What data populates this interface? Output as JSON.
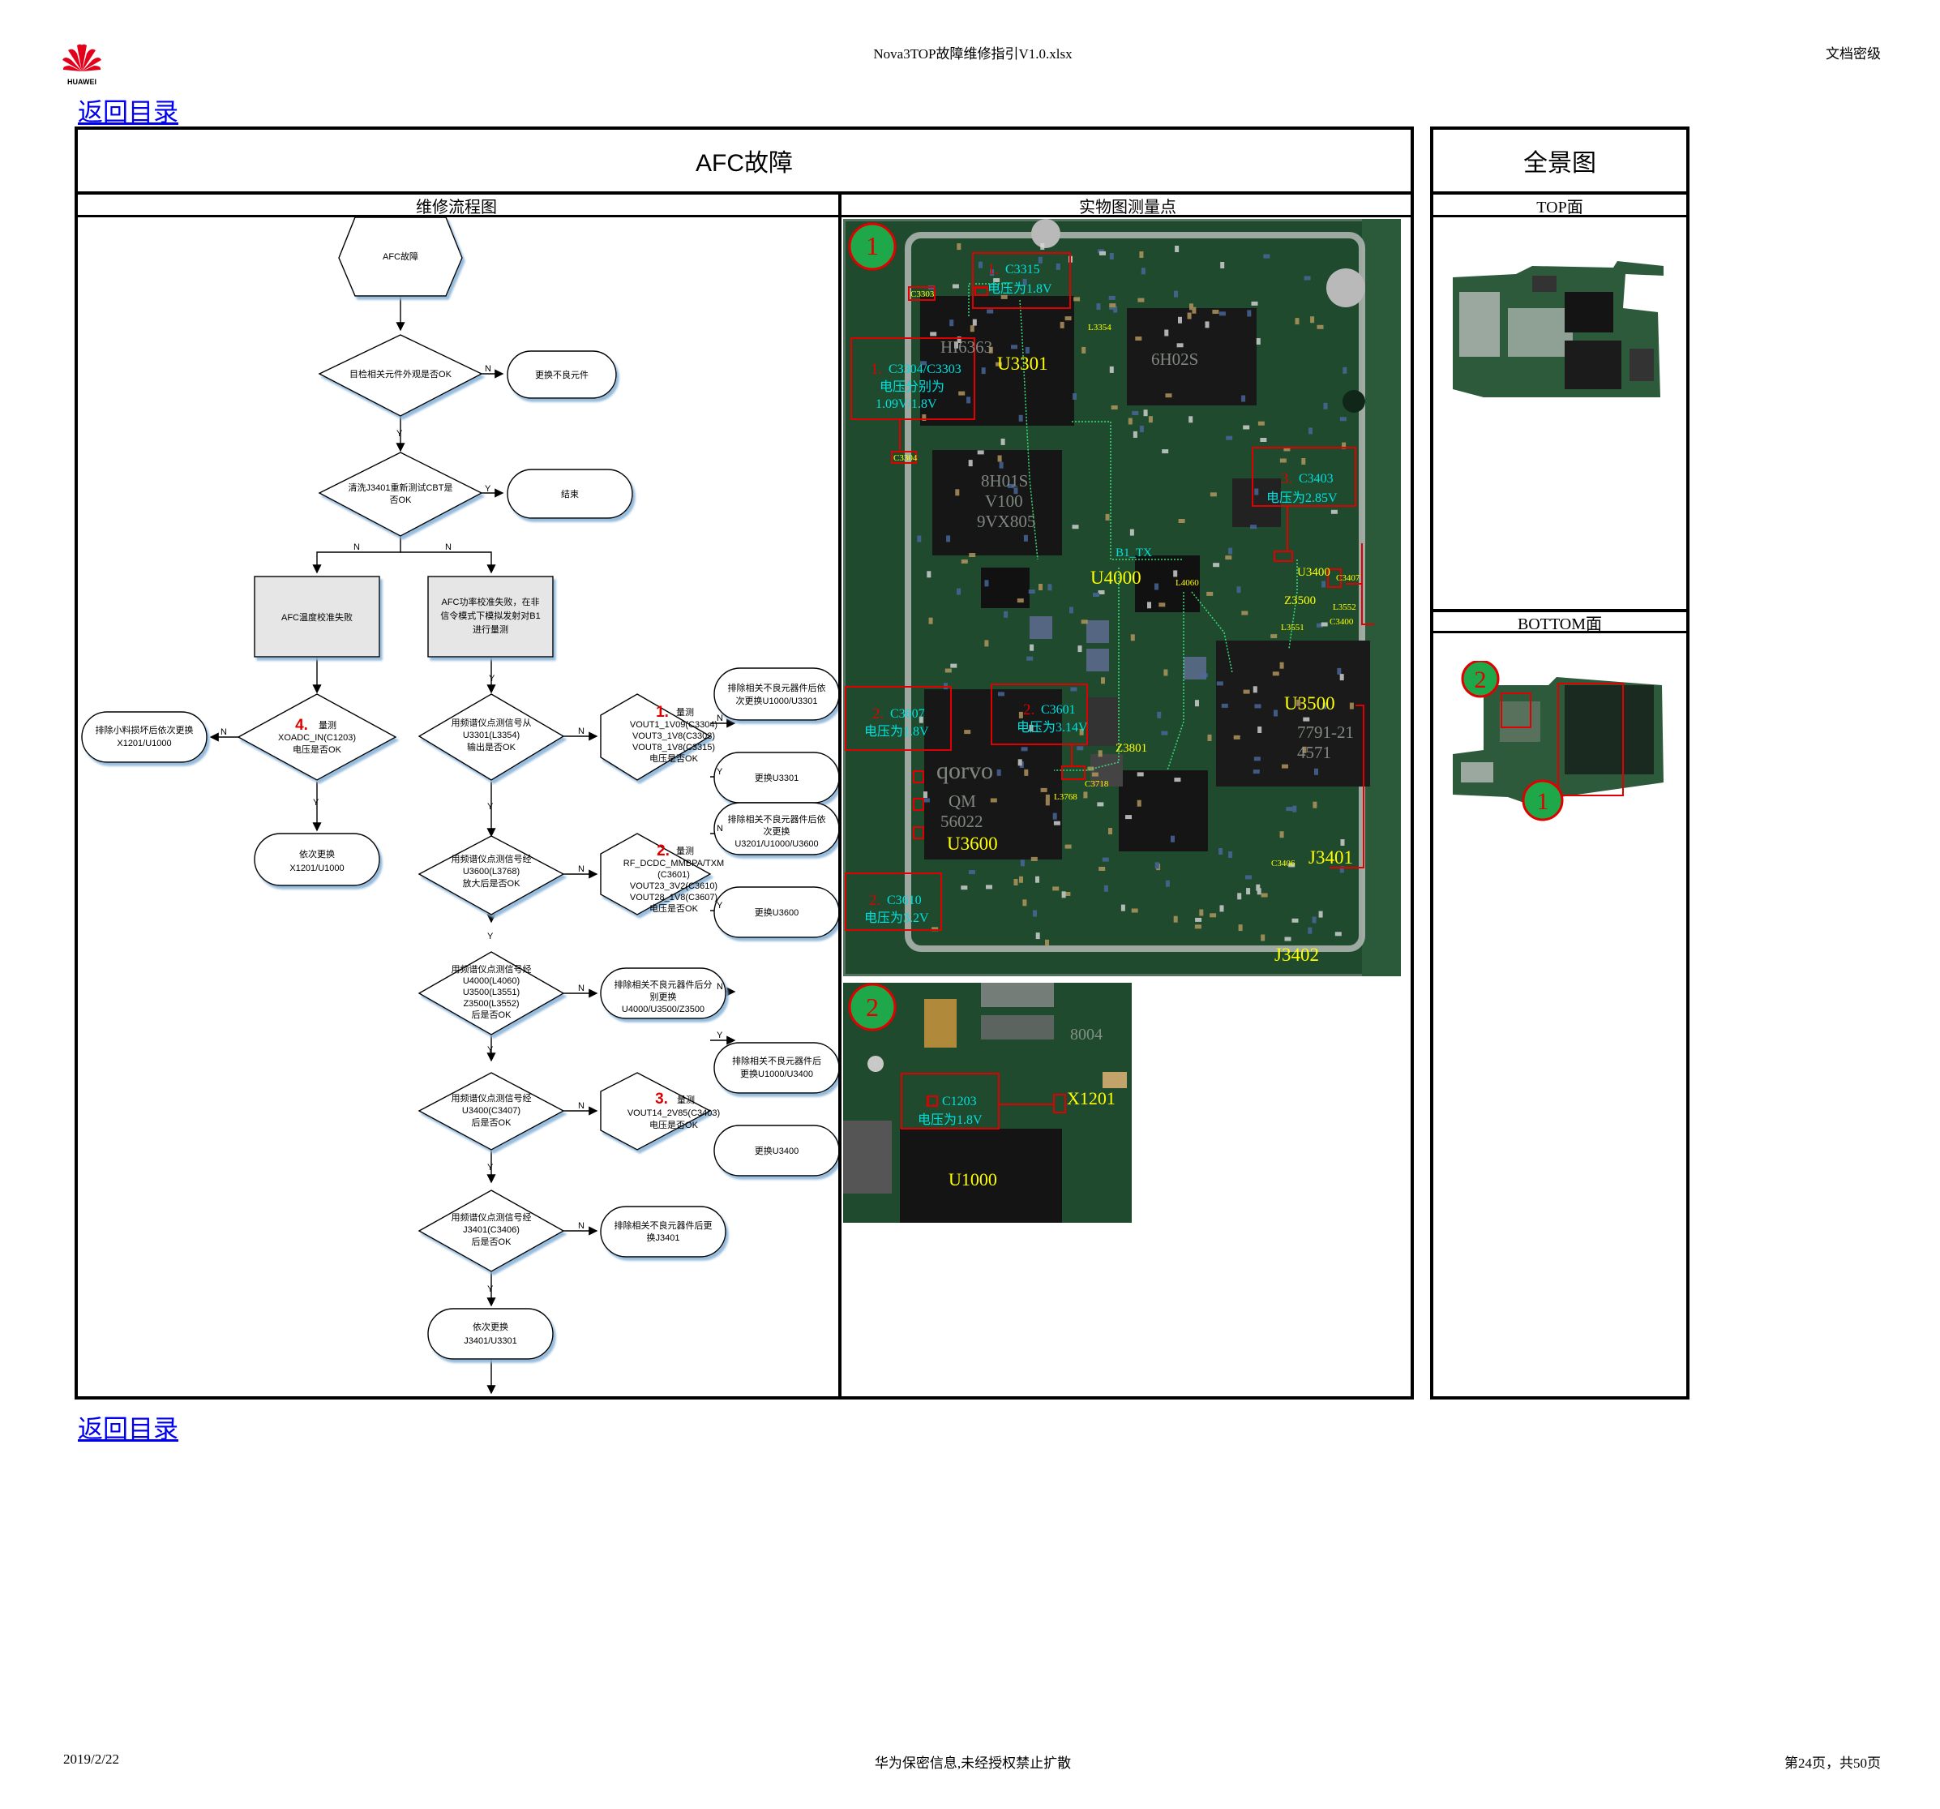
{
  "page_header": {
    "logo_text": "HUAWEI",
    "file_title": "Nova3TOP故障维修指引V1.0.xlsx",
    "classification": "文档密级"
  },
  "nav": {
    "back_top": "返回目录",
    "back_bottom": "返回目录"
  },
  "table": {
    "title": "AFC故障",
    "col_flow": "维修流程图",
    "col_photo": "实物图测量点",
    "panorama_title": "全景图",
    "top_label": "TOP面",
    "bottom_label": "BOTTOM面"
  },
  "flow": {
    "start": "AFC故障",
    "d1": "目检相关元件外观是否OK",
    "r1": "更换不良元件",
    "d2_l1": "清洗J3401重新测试CBT是",
    "d2_l2": "否OK",
    "end1": "结束",
    "p1": "AFC温度校准失败",
    "p2_l1": "AFC功率校准失败，在非",
    "p2_l2": "信令模式下模拟发射对B1",
    "p2_l3": "进行量测",
    "m4_num": "4.",
    "m4_l1": "量测",
    "m4_l2": "XOADC_IN(C1203)",
    "m4_l3": "电压是否OK",
    "x1_l1": "排除小料损坏后依次更换",
    "x1_l2": "X1201/U1000",
    "x2_l1": "依次更换",
    "x2_l2": "X1201/U1000",
    "s1_l1": "用频谱仪点测信号从",
    "s1_l2": "U3301(L3354)",
    "s1_l3": "输出是否OK",
    "m1_num": "1.",
    "m1_l1": "量测",
    "m1_l2": "VOUT1_1V09(C3304)",
    "m1_l3": "VOUT3_1V8(C3303)",
    "m1_l4": "VOUT8_1V8(C3315)",
    "m1_l5": "电压是否OK",
    "e1_l1": "排除相关不良元器件后依",
    "e1_l2": "次更换U1000/U3301",
    "e2": "更换U3301",
    "s2_l1": "用频谱仪点测信号经",
    "s2_l2": "U3600(L3768)",
    "s2_l3": "放大后是否OK",
    "m2_num": "2.",
    "m2_l1": "量测",
    "m2_l2": "RF_DCDC_MMBPA/TXM",
    "m2_l3": "(C3601)",
    "m2_l4": "VOUT23_3V2(C3610)",
    "m2_l5": "VOUT28_1V8(C3607)",
    "m2_l6": "电压是否OK",
    "e3_l1": "排除相关不良元器件后依",
    "e3_l2": "次更换",
    "e3_l3": "U3201/U1000/U3600",
    "e4": "更换U3600",
    "s3_l1": "用频谱仪点测信号经",
    "s3_l2": "U4000(L4060)",
    "s3_l3": "U3500(L3551)",
    "s3_l4": "Z3500(L3552)",
    "s3_l5": "后是否OK",
    "e5_l1": "排除相关不良元器件后分",
    "e5_l2": "别更换",
    "e5_l3": "U4000/U3500/Z3500",
    "s4_l1": "用频谱仪点测信号经",
    "s4_l2": "U3400(C3407)",
    "s4_l3": "后是否OK",
    "m3_num": "3.",
    "m3_l1": "量测",
    "m3_l2": "VOUT14_2V85(C3403)",
    "m3_l3": "电压是否OK",
    "e6_l1": "排除相关不良元器件后",
    "e6_l2": "更换U1000/U3400",
    "e7": "更换U3400",
    "s5_l1": "用频谱仪点测信号经",
    "s5_l2": "J3401(C3406)",
    "s5_l3": "后是否OK",
    "e8_l1": "排除相关不良元器件后更",
    "e8_l2": "换J3401",
    "final_l1": "依次更换",
    "final_l2": "J3401/U3301",
    "lbl_y": "Y",
    "lbl_n": "N"
  },
  "photo1": {
    "badge": "1",
    "a1_num": "1.",
    "a1_ref": "C3315",
    "a1_v": "电压为1.8V",
    "a2_num": "1.",
    "a2_ref": "C3304/C3303",
    "a2_v1": "电压分别为",
    "a2_v2": "1.09V/1.8V",
    "a3_num": "3.",
    "a3_ref": "C3403",
    "a3_v": "电压为2.85V",
    "a4_num": "2.",
    "a4_ref": "C3607",
    "a4_v": "电压为1.8V",
    "a5_num": "2.",
    "a5_ref": "C3601",
    "a5_v": "电压为3.14V",
    "a6_num": "2.",
    "a6_ref": "C3610",
    "a6_v": "电压为3.2V",
    "chip_u3301": "U3301",
    "chip_u4000": "U4000",
    "chip_u3500": "U3500",
    "chip_u3600": "U3600",
    "chip_j3401": "J3401",
    "chip_j3402": "J3402",
    "chip_z3801": "Z3801",
    "chip_u3400": "U3400",
    "chip_z3500": "Z3500",
    "mk_c3303": "C3303",
    "mk_c3304": "C3304",
    "mk_l3354": "L3354",
    "mk_b1tx": "B1_TX",
    "mk_l4060": "L4060",
    "mk_c3407": "C3407",
    "mk_l3552": "L3552",
    "mk_c3400": "C3400",
    "mk_l3551": "L3551",
    "mk_c3718": "C3718",
    "mk_l3768": "L3768",
    "mk_c3406": "C3406",
    "silk1": "HI6363",
    "silk2": "6H02S",
    "silk3": "8H01S",
    "silk4": "V100",
    "silk5": "9VX805",
    "silk6": "qorvo",
    "silk7": "QM",
    "silk8": "56022",
    "silk9": "7791-21",
    "silk10": "4571"
  },
  "photo2": {
    "badge": "2",
    "a_num": "1.",
    "a_ref": "C1203",
    "a_v": "电压为1.8V",
    "chip_x1201": "X1201",
    "chip_u1000": "U1000",
    "silk": "8004"
  },
  "panorama": {
    "badge1": "1",
    "badge2": "2"
  },
  "footer": {
    "date": "2019/2/22",
    "notice": "华为保密信息,未经授权禁止扩散",
    "page": "第24页，共50页"
  },
  "colors": {
    "pcb_green": "#1f4a2e",
    "annotation_red": "#e00000",
    "annotation_cyan": "#00e0e0",
    "annotation_yellow": "#ffff00",
    "badge_green": "#1fa84a",
    "link_blue": "#0000ee",
    "flow_box_gray": "#e6e6e6"
  }
}
